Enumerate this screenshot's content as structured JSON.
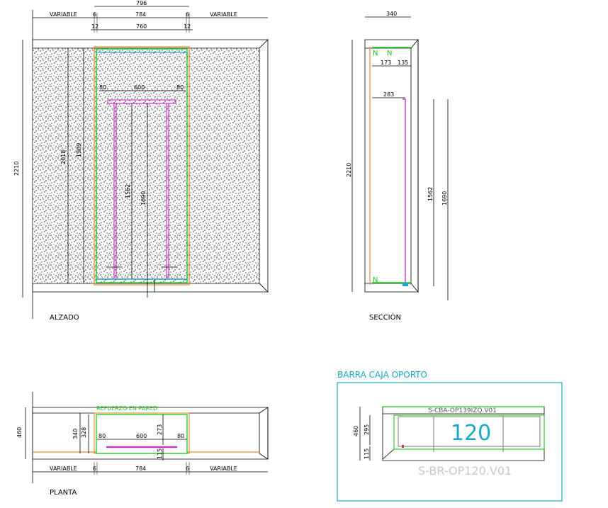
{
  "elevation": {
    "label": "ALZADO",
    "top_dims": {
      "total": "796",
      "variable_left": "VARIABLE",
      "variable_right": "VARIABLE",
      "side_left": "6",
      "side_right": "6",
      "width": "784",
      "inner_left": "12",
      "inner_right": "12",
      "inner": "760"
    },
    "height": "2210",
    "inner_dims": {
      "h1": "2018",
      "h2": "1909",
      "w_left": "80",
      "w_mid": "600",
      "w_right": "80",
      "bar_h1": "1562",
      "bar_h2": "1690"
    }
  },
  "section": {
    "label": "SECCIÓN",
    "width": "340",
    "height": "2210",
    "dims": {
      "d1": "173",
      "d2": "135",
      "d3": "283",
      "h1": "1562",
      "h2": "1690"
    }
  },
  "plan": {
    "label": "PLANTA",
    "note": "REFUERZO EN PARED",
    "depth": "460",
    "dims": {
      "d1": "340",
      "d2": "328",
      "d3": "273",
      "d4": "115",
      "w_left": "80",
      "w_mid": "600",
      "w_right": "80"
    },
    "bottom_dims": {
      "variable_left": "VARIABLE",
      "side_left": "6",
      "width": "784",
      "side_right": "6",
      "variable_right": "VARIABLE"
    }
  },
  "bar_box": {
    "title": "BARRA CAJA OPORTO",
    "code_top": "S-CBA-OP139IZQ.V01",
    "number": "120",
    "code_bottom": "S-BR-OP120.V01",
    "dims": {
      "d1": "460",
      "d2": "295",
      "d3": "115"
    }
  },
  "colors": {
    "accent_cyan": "#1aa8c8",
    "green": "#19c819",
    "magenta": "#cc33cc",
    "orange": "#e08a2c",
    "line": "#000000"
  }
}
